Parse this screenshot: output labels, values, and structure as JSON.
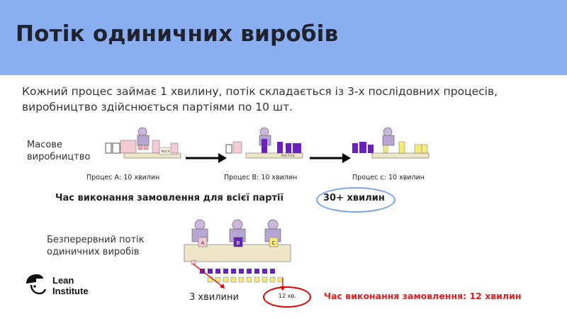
{
  "header": {
    "title": "Потік одиничних виробів"
  },
  "intro": "Кожний процес займає 1 хвилину, потік складається із 3-х послідовних процесів, виробництво здійснюється партіями по 10 шт.",
  "batch": {
    "label_line1": "Масове",
    "label_line2": "виробництво",
    "process_a": "Процес А: 10 хвилин",
    "process_b": "Процес В: 10 хвилин",
    "process_c": "Процес с: 10 хвилин",
    "summary": "Час виконання замовлення для всієї партії",
    "summary_time": "30+ хвилин",
    "machine_sign": "Part A Inc"
  },
  "flow": {
    "label_line1": "Безперервний потік",
    "label_line2": "одиничних виробів",
    "box_a": "A",
    "box_b": "B",
    "box_c": "C",
    "three_minutes": "3 хвилини",
    "twelve": "12 хв.",
    "total": "Час виконання замовлення: 12 хвилин"
  },
  "logo": {
    "line1": "Lean",
    "line2": "Institute"
  },
  "colors": {
    "header": "#8aaef0",
    "accent_red": "#e02020",
    "ellipse_blue": "#7aa0e8",
    "purple": "#6a1fbf",
    "yellow": "#f3ea7a"
  }
}
